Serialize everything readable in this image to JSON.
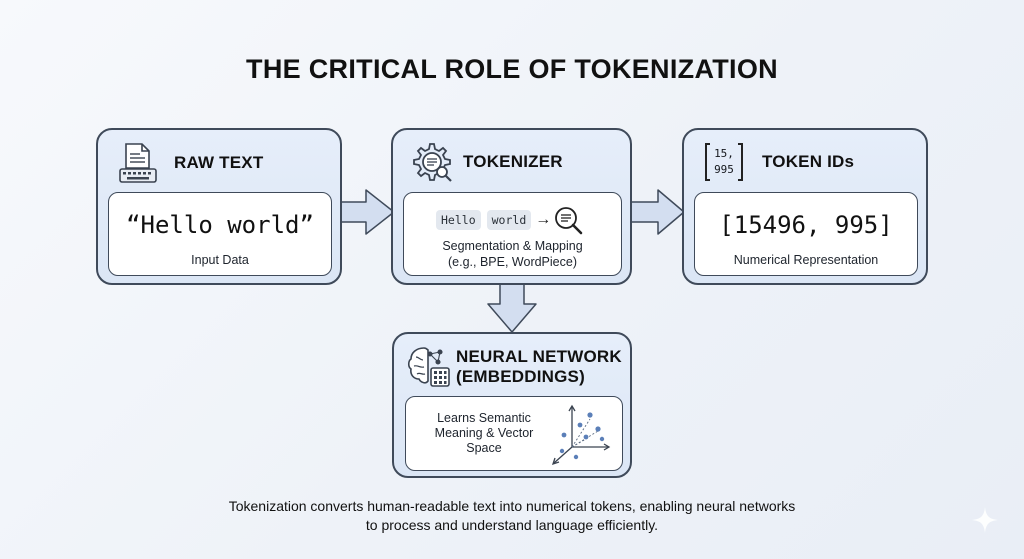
{
  "title": "THE CRITICAL ROLE OF TOKENIZATION",
  "raw_text": {
    "label": "RAW TEXT",
    "sample": "“Hello world”",
    "caption": "Input Data",
    "icon": "document-keyboard-icon"
  },
  "tokenizer": {
    "label": "TOKENIZER",
    "tokens": [
      "Hello",
      "world"
    ],
    "arrow": "→",
    "line1": "Segmentation & Mapping",
    "line2": "(e.g., BPE, WordPiece)",
    "icon": "gear-document-icon"
  },
  "token_ids": {
    "label": "TOKEN IDs",
    "icon_line1": "15,",
    "icon_line2": "995",
    "value": "[15496, 995]",
    "caption": "Numerical Representation"
  },
  "neural": {
    "label_line1": "NEURAL NETWORK",
    "label_line2": "(EMBEDDINGS)",
    "line1": "Learns Semantic",
    "line2": "Meaning & Vector",
    "line3": "Space",
    "icon": "brain-chip-icon"
  },
  "footer": {
    "line1": "Tokenization converts human-readable text into numerical tokens, enabling neural networks",
    "line2": "to process and understand language efficiently."
  },
  "colors": {
    "card_fill": "#dde7f6",
    "border": "#3f4a5a",
    "arrow_fill": "#d3def0"
  }
}
